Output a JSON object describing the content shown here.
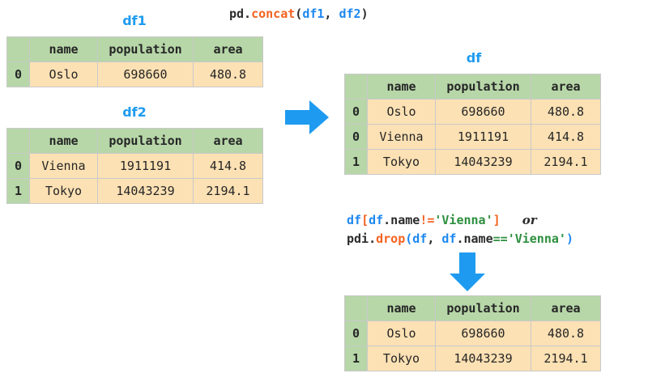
{
  "colors": {
    "header_green": "#b7d7a8",
    "cell_orange": "#fce1b4",
    "accent_blue": "#1e9bf0",
    "code_orange": "#f4621f",
    "code_green": "#2d8f3e",
    "border_gray": "#c9c9c9"
  },
  "top_code": {
    "t1": "pd.",
    "t2": "concat",
    "t3": "(",
    "t4": "df1",
    "t5": ", ",
    "t6": "df2",
    "t7": ")"
  },
  "tables": {
    "df1": {
      "caption": "df1",
      "columns": [
        "",
        "name",
        "population",
        "area"
      ],
      "rows": [
        {
          "index": "0",
          "cells": [
            "Oslo",
            "698660",
            "480.8"
          ]
        }
      ]
    },
    "df2": {
      "caption": "df2",
      "columns": [
        "",
        "name",
        "population",
        "area"
      ],
      "rows": [
        {
          "index": "0",
          "cells": [
            "Vienna",
            "1911191",
            "414.8"
          ]
        },
        {
          "index": "1",
          "cells": [
            "Tokyo",
            "14043239",
            "2194.1"
          ]
        }
      ]
    },
    "df": {
      "caption": "df",
      "columns": [
        "",
        "name",
        "population",
        "area"
      ],
      "rows": [
        {
          "index": "0",
          "cells": [
            "Oslo",
            "698660",
            "480.8"
          ]
        },
        {
          "index": "0",
          "cells": [
            "Vienna",
            "1911191",
            "414.8"
          ]
        },
        {
          "index": "1",
          "cells": [
            "Tokyo",
            "14043239",
            "2194.1"
          ]
        }
      ]
    },
    "result": {
      "caption": "",
      "columns": [
        "",
        "name",
        "population",
        "area"
      ],
      "rows": [
        {
          "index": "0",
          "cells": [
            "Oslo",
            "698660",
            "480.8"
          ]
        },
        {
          "index": "1",
          "cells": [
            "Tokyo",
            "14043239",
            "2194.1"
          ]
        }
      ]
    }
  },
  "filter_code": {
    "l1_a": "df",
    "l1_b": "[",
    "l1_c": "df",
    "l1_d": ".name",
    "l1_e": "!=",
    "l1_f": "'Vienna'",
    "l1_g": "]",
    "l1_or": "or",
    "l2_a": "pdi.",
    "l2_b": "drop",
    "l2_c": "(",
    "l2_d": "df",
    "l2_e": ", ",
    "l2_f": "df",
    "l2_g": ".name",
    "l2_h": "==",
    "l2_i": "'Vienna'",
    "l2_j": ")"
  },
  "icons": {
    "right_arrow": "right-arrow-icon",
    "down_arrow": "down-arrow-icon"
  }
}
